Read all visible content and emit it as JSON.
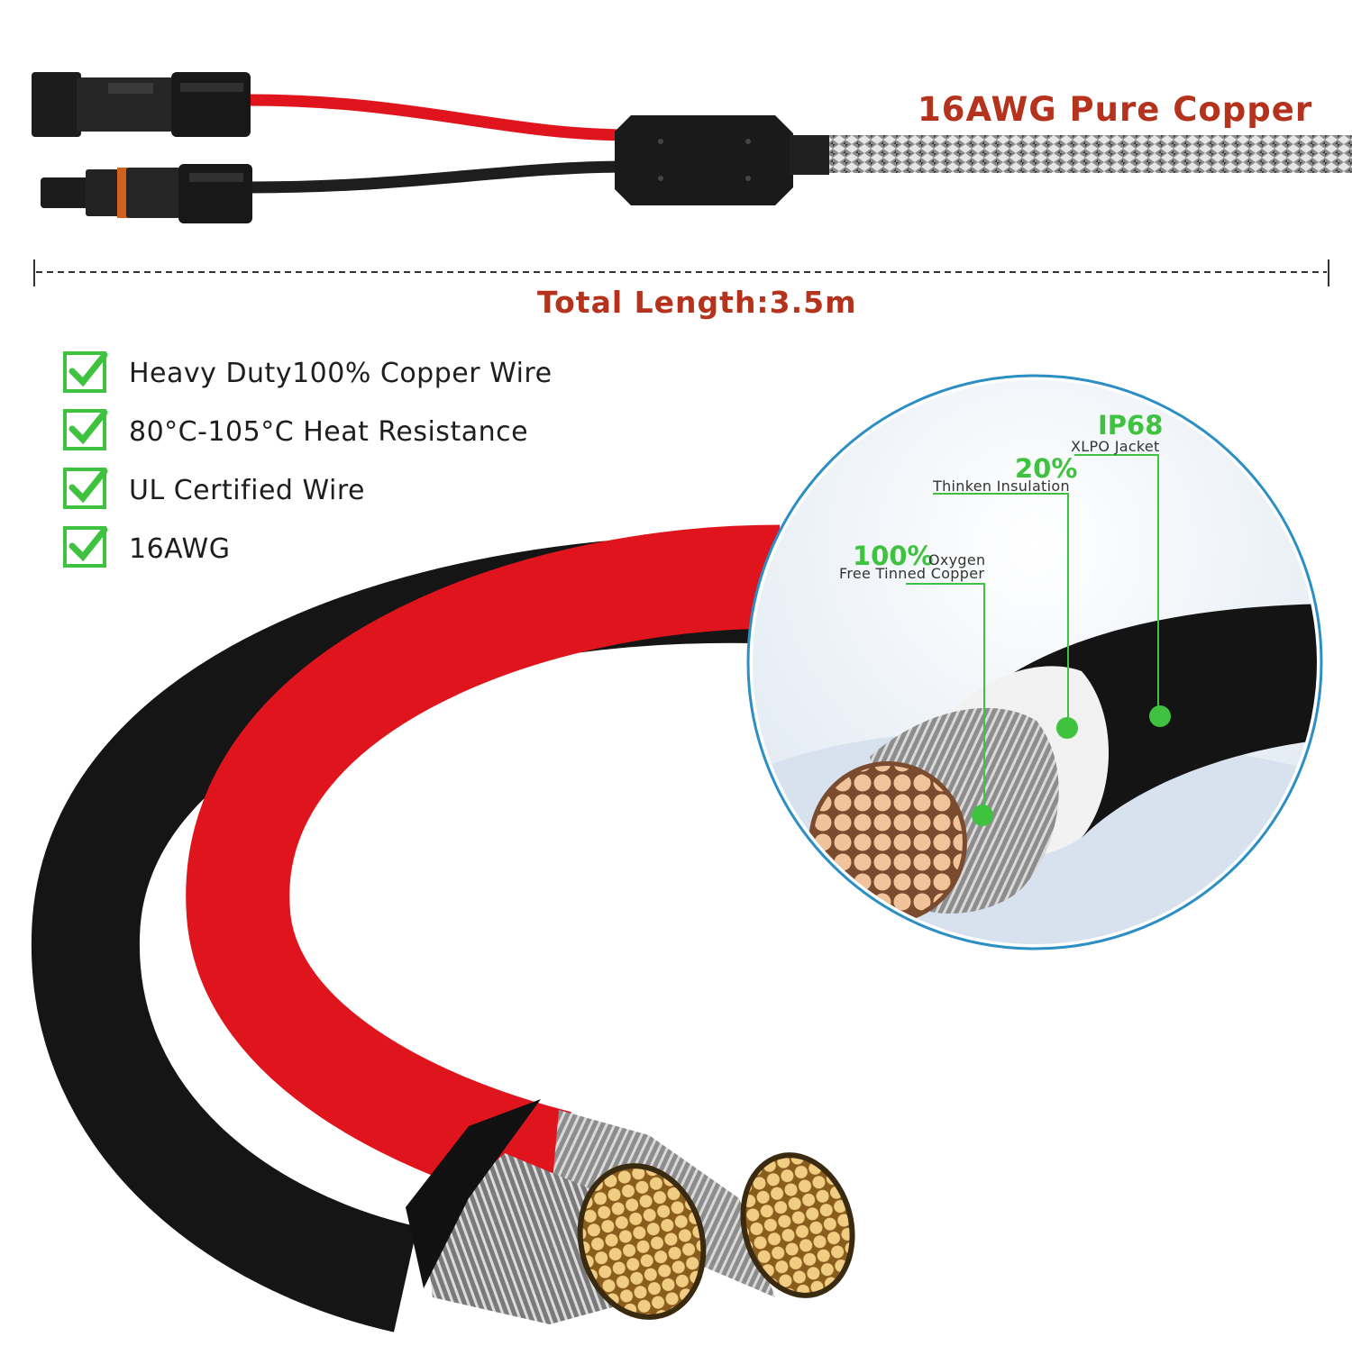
{
  "header": {
    "title": "16AWG Pure Copper"
  },
  "measure": {
    "label": "Total Length:3.5m"
  },
  "features": [
    {
      "text": "Heavy Duty100% Copper Wire"
    },
    {
      "text": "80°C-105°C Heat Resistance"
    },
    {
      "text": "UL Certified Wire"
    },
    {
      "text": "16AWG"
    }
  ],
  "callouts": {
    "jacket": {
      "value": "IP68",
      "label": "XLPO Jacket"
    },
    "insulation": {
      "value": "20%",
      "label": "Thinken Insulation"
    },
    "core": {
      "value": "100%",
      "label_inline": "Oxygen",
      "label": "Free Tinned Copper"
    }
  },
  "colors": {
    "accent_text": "#b5321c",
    "check_green": "#3fc23f",
    "wire_red": "#e0141c",
    "wire_black": "#1b1b1b",
    "copper": "#e8b27a",
    "circle_border": "#2b8ec4"
  }
}
